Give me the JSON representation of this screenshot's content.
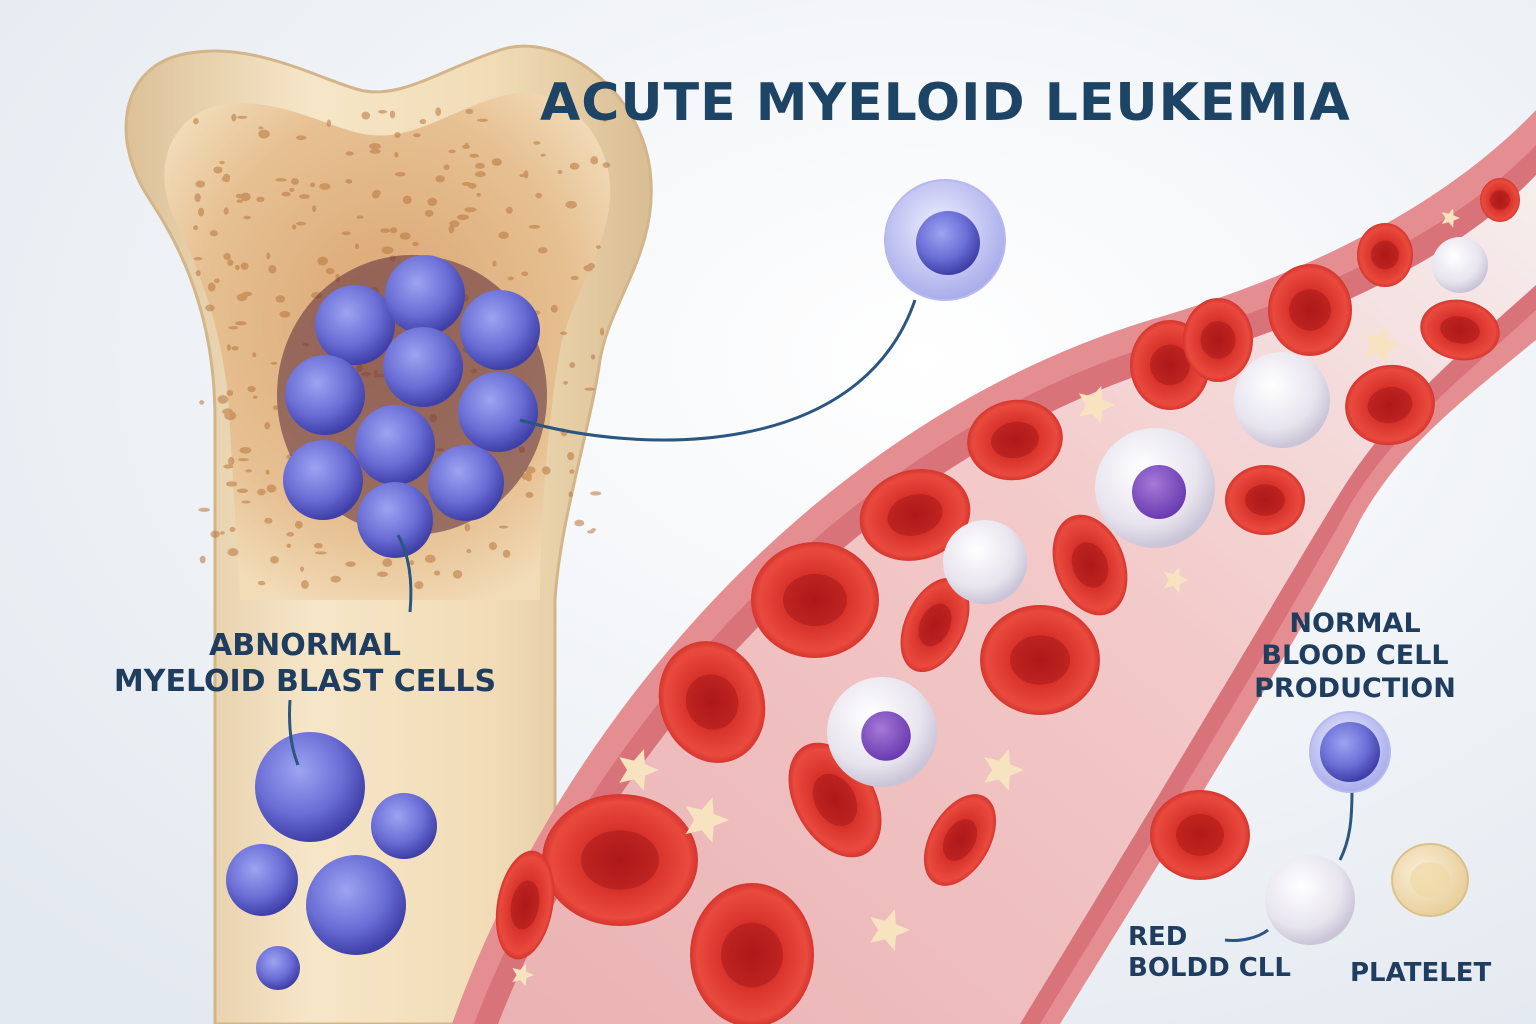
{
  "title": "ACUTE MYELOID LEUKEMIA",
  "labels": {
    "abnormal": [
      "ABNORMAL",
      "MYELOID BLAST CELLS"
    ],
    "normal": [
      "NORMAL",
      "BLOOD CELL",
      "PRODUCTION"
    ],
    "red_blood_cell": [
      "RED",
      "BOLDD CLL"
    ],
    "platelet": "PLATELET"
  },
  "colors": {
    "background": "#f2f5f8",
    "bone": "#efd9b4",
    "marrow": "#e8bf8e",
    "blast_cell": "#6b6fd6",
    "vessel_wall": "#e8858a",
    "vessel_interior": "#f3c7c7",
    "red_blood_cell": "#d42a24",
    "white_blood_cell": "#eceaf2",
    "platelet": "#f6e4c4",
    "text": "#1f3d5e"
  }
}
